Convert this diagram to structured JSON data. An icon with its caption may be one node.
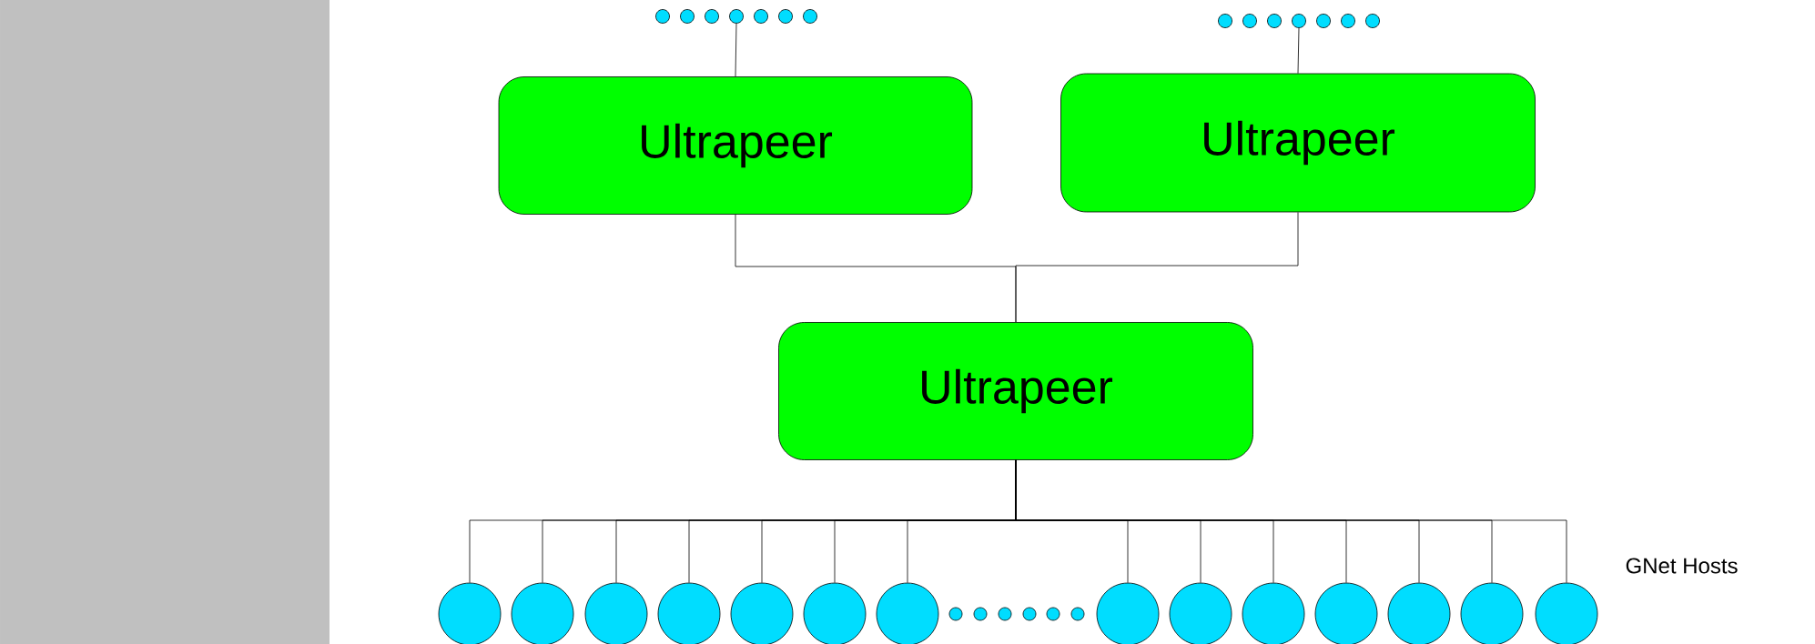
{
  "diagram": {
    "nodes": [
      {
        "text": [
          "Ultrapeer"
        ]
      },
      {
        "text": [
          "Ultrapeer"
        ]
      },
      {
        "text": [
          "Ultrapeer"
        ]
      },
      {
        "text": [],
        "shape": "circle"
      },
      {
        "text": [],
        "shape": "circle"
      },
      {
        "text": [],
        "shape": "circle"
      },
      {
        "text": [],
        "shape": "circle"
      },
      {
        "text": [],
        "shape": "circle"
      },
      {
        "text": [],
        "shape": "circle"
      },
      {
        "text": [],
        "shape": "circle"
      },
      {
        "text": [],
        "shape": "circle"
      },
      {
        "text": [],
        "shape": "circle"
      },
      {
        "text": [],
        "shape": "circle"
      },
      {
        "text": [],
        "shape": "circle"
      },
      {
        "text": [],
        "shape": "circle"
      },
      {
        "text": [],
        "shape": "circle"
      },
      {
        "text": [],
        "shape": "circle"
      },
      {
        "text": [],
        "shape": "circle"
      },
      {
        "text": [],
        "shape": "circle"
      }
    ],
    "edges": [
      {
        "from": 17,
        "to": 0,
        "arrow": "none"
      },
      {
        "from": 18,
        "to": 1,
        "arrow": "none"
      },
      {
        "from": 0,
        "to": 2,
        "arrow": "none"
      },
      {
        "from": 1,
        "to": 2,
        "arrow": "none"
      },
      {
        "from": 2,
        "to": 3,
        "arrow": "none"
      },
      {
        "from": 2,
        "to": 4,
        "arrow": "none"
      },
      {
        "from": 2,
        "to": 5,
        "arrow": "none"
      },
      {
        "from": 2,
        "to": 6,
        "arrow": "none"
      },
      {
        "from": 2,
        "to": 7,
        "arrow": "none"
      },
      {
        "from": 2,
        "to": 8,
        "arrow": "none"
      },
      {
        "from": 2,
        "to": 9,
        "arrow": "none"
      },
      {
        "from": 2,
        "to": 10,
        "arrow": "none"
      },
      {
        "from": 2,
        "to": 11,
        "arrow": "none"
      },
      {
        "from": 2,
        "to": 12,
        "arrow": "none"
      },
      {
        "from": 2,
        "to": 13,
        "arrow": "none"
      },
      {
        "from": 2,
        "to": 14,
        "arrow": "none"
      },
      {
        "from": 2,
        "to": 15,
        "arrow": "none"
      },
      {
        "from": 2,
        "to": 16,
        "arrow": "none"
      }
    ],
    "labels": [
      "GNet Hosts"
    ]
  }
}
